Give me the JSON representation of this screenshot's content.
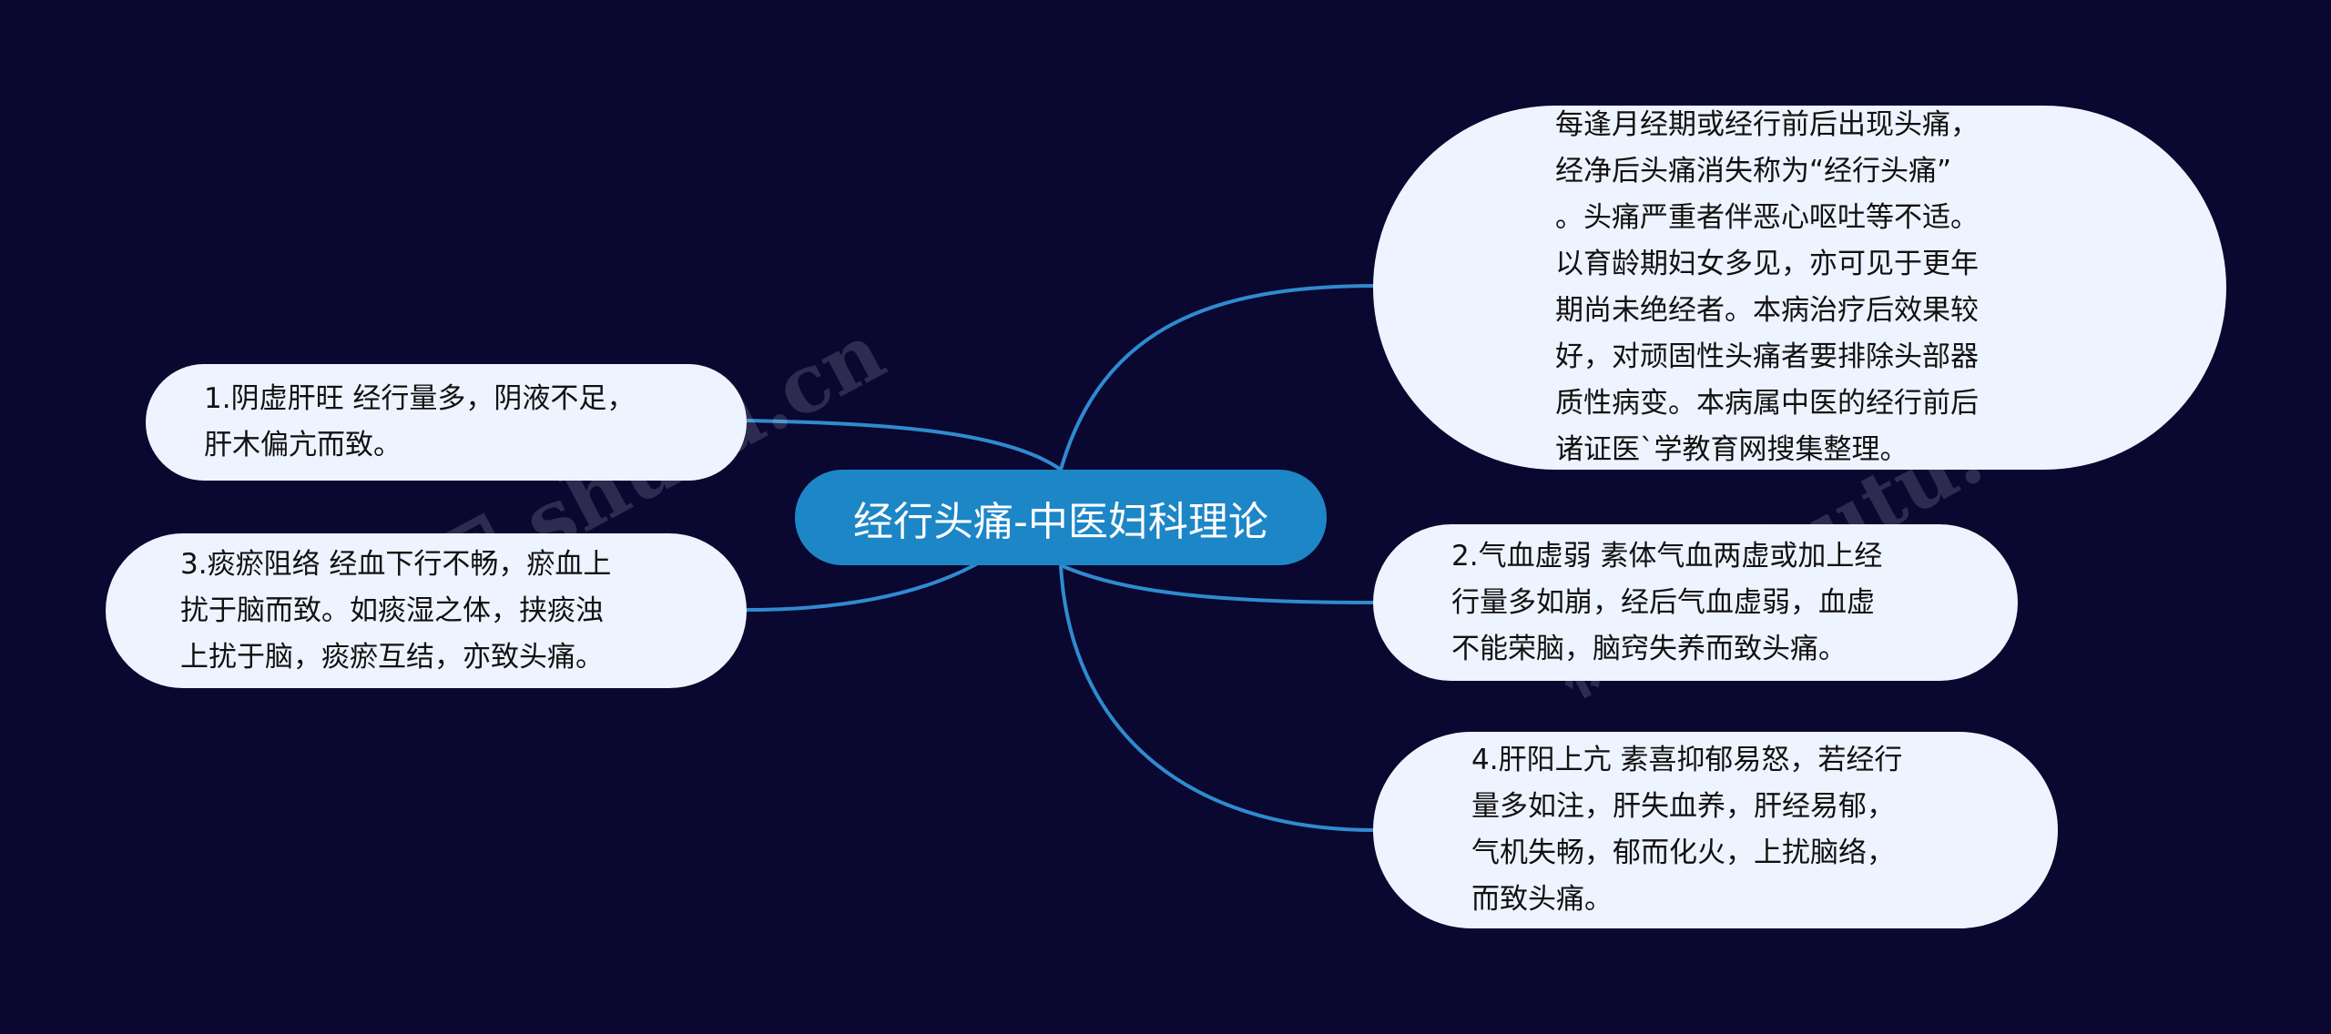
{
  "central": {
    "label": "经行头痛-中医妇科理论"
  },
  "nodes": {
    "intro": {
      "lines": [
        "每逢月经期或经行前后出现头痛，",
        "经净后头痛消失称为“经行头痛”",
        "。头痛严重者伴恶心呕吐等不适。",
        "以育龄期妇女多见，亦可见于更年",
        "期尚未绝经者。本病治疗后效果较",
        "好，对顽固性头痛者要排除头部器",
        "质性病变。本病属中医的经行前后",
        "诸证医`学教育网搜集整理。"
      ]
    },
    "n1": {
      "lines": [
        "1.阴虚肝旺 经行量多，阴液不足，",
        "肝木偏亢而致。"
      ]
    },
    "n2": {
      "lines": [
        "2.气血虚弱 素体气血两虚或加上经",
        "行量多如崩，经后气血虚弱，血虚",
        "不能荣脑，脑窍失养而致头痛。"
      ]
    },
    "n3": {
      "lines": [
        "3.痰瘀阻络 经血下行不畅，瘀血上",
        "扰于脑而致。如痰湿之体，挟痰浊",
        "上扰于脑，痰瘀互结，亦致头痛。"
      ]
    },
    "n4": {
      "lines": [
        "4.肝阳上亢 素喜抑郁易怒，若经行",
        "量多如注，肝失血养，肝经易郁，",
        "气机失畅，郁而化火，上扰脑络，",
        "而致头痛。"
      ]
    }
  },
  "watermarks": [
    "树图 shutu.cn",
    "树图 shutu.cn"
  ],
  "colors": {
    "background": "#0a0730",
    "central": "#1d86c6",
    "node": "#eef4ff",
    "edge": "#2f8bd0"
  }
}
